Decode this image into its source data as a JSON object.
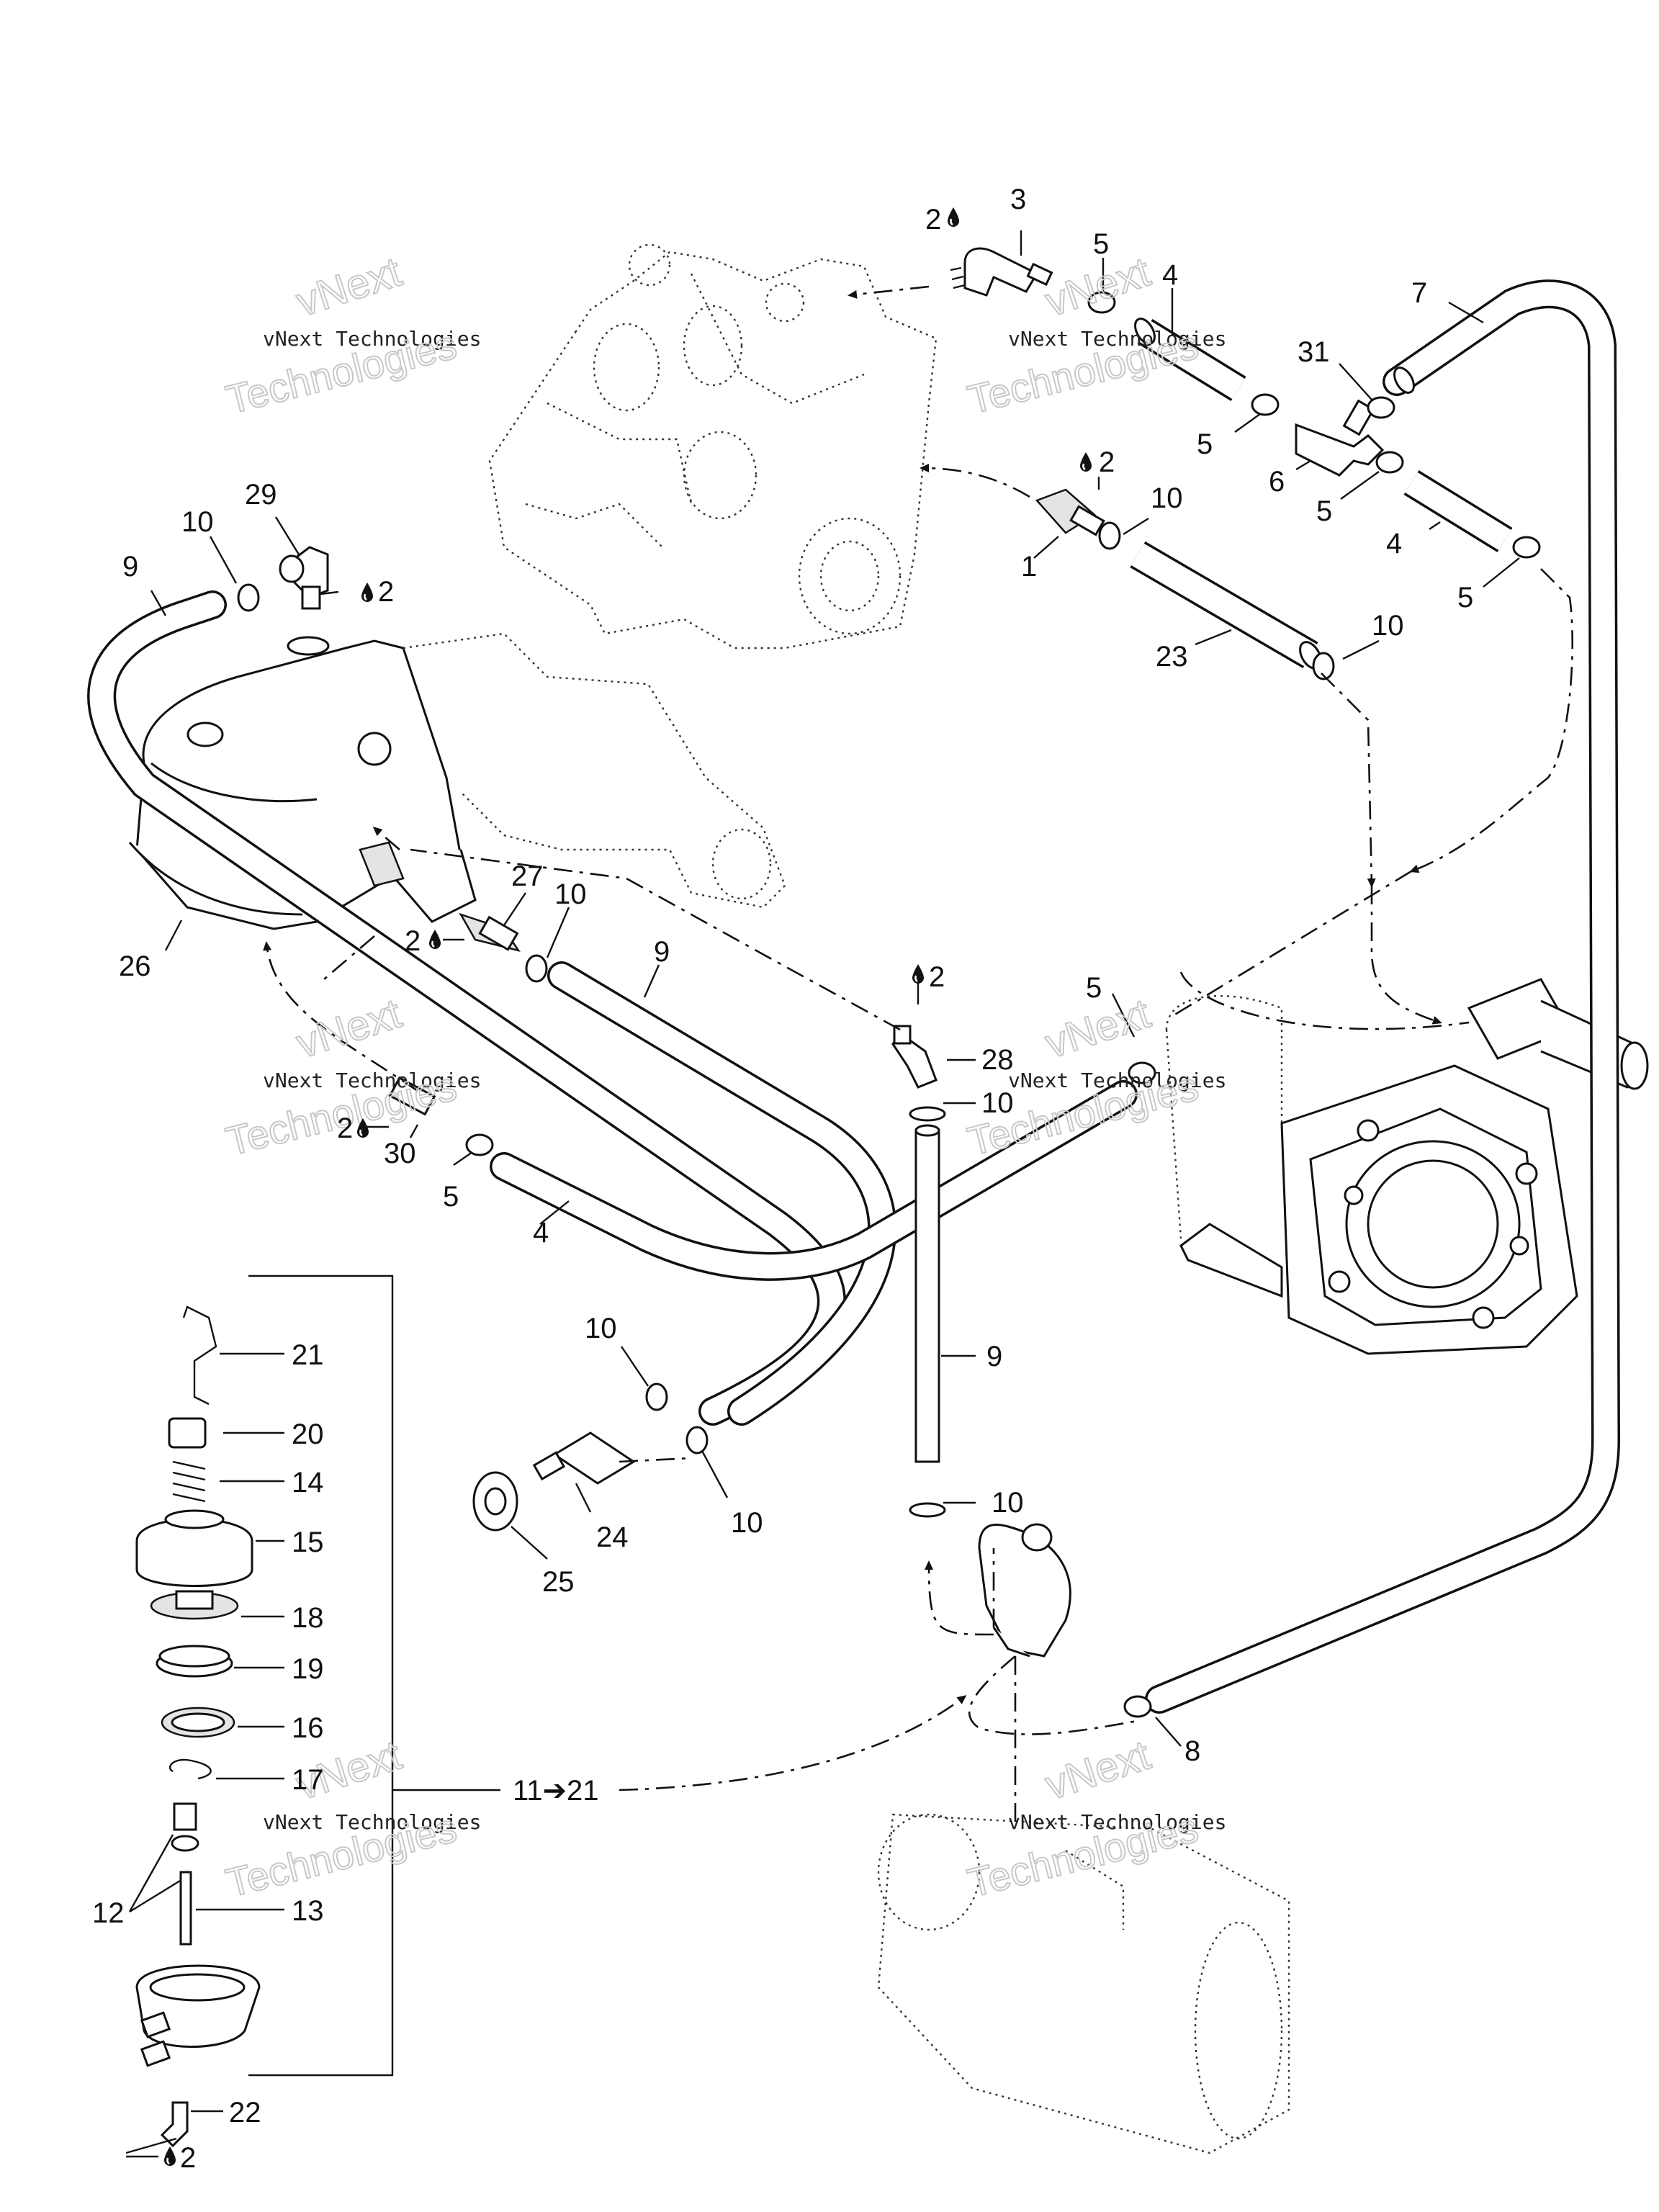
{
  "watermark": {
    "line1": "vNext Technologies",
    "line2a": "vNext",
    "line2b": "Technologies"
  },
  "callouts": {
    "c1": "1",
    "c2_top": "2",
    "c2_right": "2",
    "c2_29": "2",
    "c2_27": "2",
    "c2_28": "2",
    "c2_30": "2",
    "c2_22": "2",
    "c3": "3",
    "c4_top": "4",
    "c4_right": "4",
    "c4_bottom": "4",
    "c5_a": "5",
    "c5_b": "5",
    "c5_c": "5",
    "c5_d": "5",
    "c5_e": "5",
    "c5_f": "5",
    "c6": "6",
    "c7": "7",
    "c8": "8",
    "c9_left": "9",
    "c9_mid": "9",
    "c9_vert": "9",
    "c10_a": "10",
    "c10_b": "10",
    "c10_c": "10",
    "c10_d": "10",
    "c10_e": "10",
    "c10_f": "10",
    "c10_g": "10",
    "c10_h": "10",
    "c11_21": "11➔21",
    "c12": "12",
    "c13": "13",
    "c14": "14",
    "c15": "15",
    "c16": "16",
    "c17": "17",
    "c18": "18",
    "c19": "19",
    "c20": "20",
    "c21": "21",
    "c22": "22",
    "c23": "23",
    "c24": "24",
    "c25": "25",
    "c26": "26",
    "c27": "27",
    "c28": "28",
    "c29": "29",
    "c30": "30",
    "c31": "31"
  },
  "icons": [
    "drop-icon"
  ]
}
